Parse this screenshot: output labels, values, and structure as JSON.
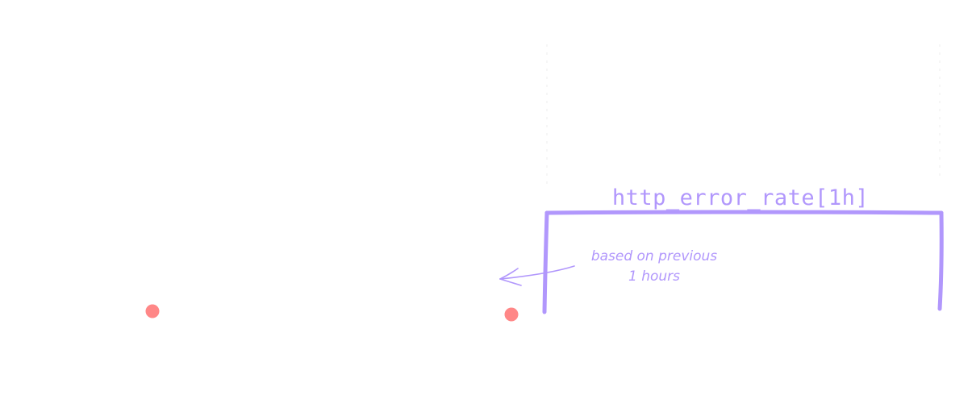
{
  "window": {
    "label": "http_error_rate[1h]"
  },
  "note": {
    "line1": "based on previous",
    "line2": "1 hours"
  },
  "colors": {
    "accent": "#b197fc",
    "point": "#ff8787",
    "guide": "#ececec"
  },
  "points": [
    {
      "id": "sample-point-1"
    },
    {
      "id": "sample-point-2"
    }
  ]
}
